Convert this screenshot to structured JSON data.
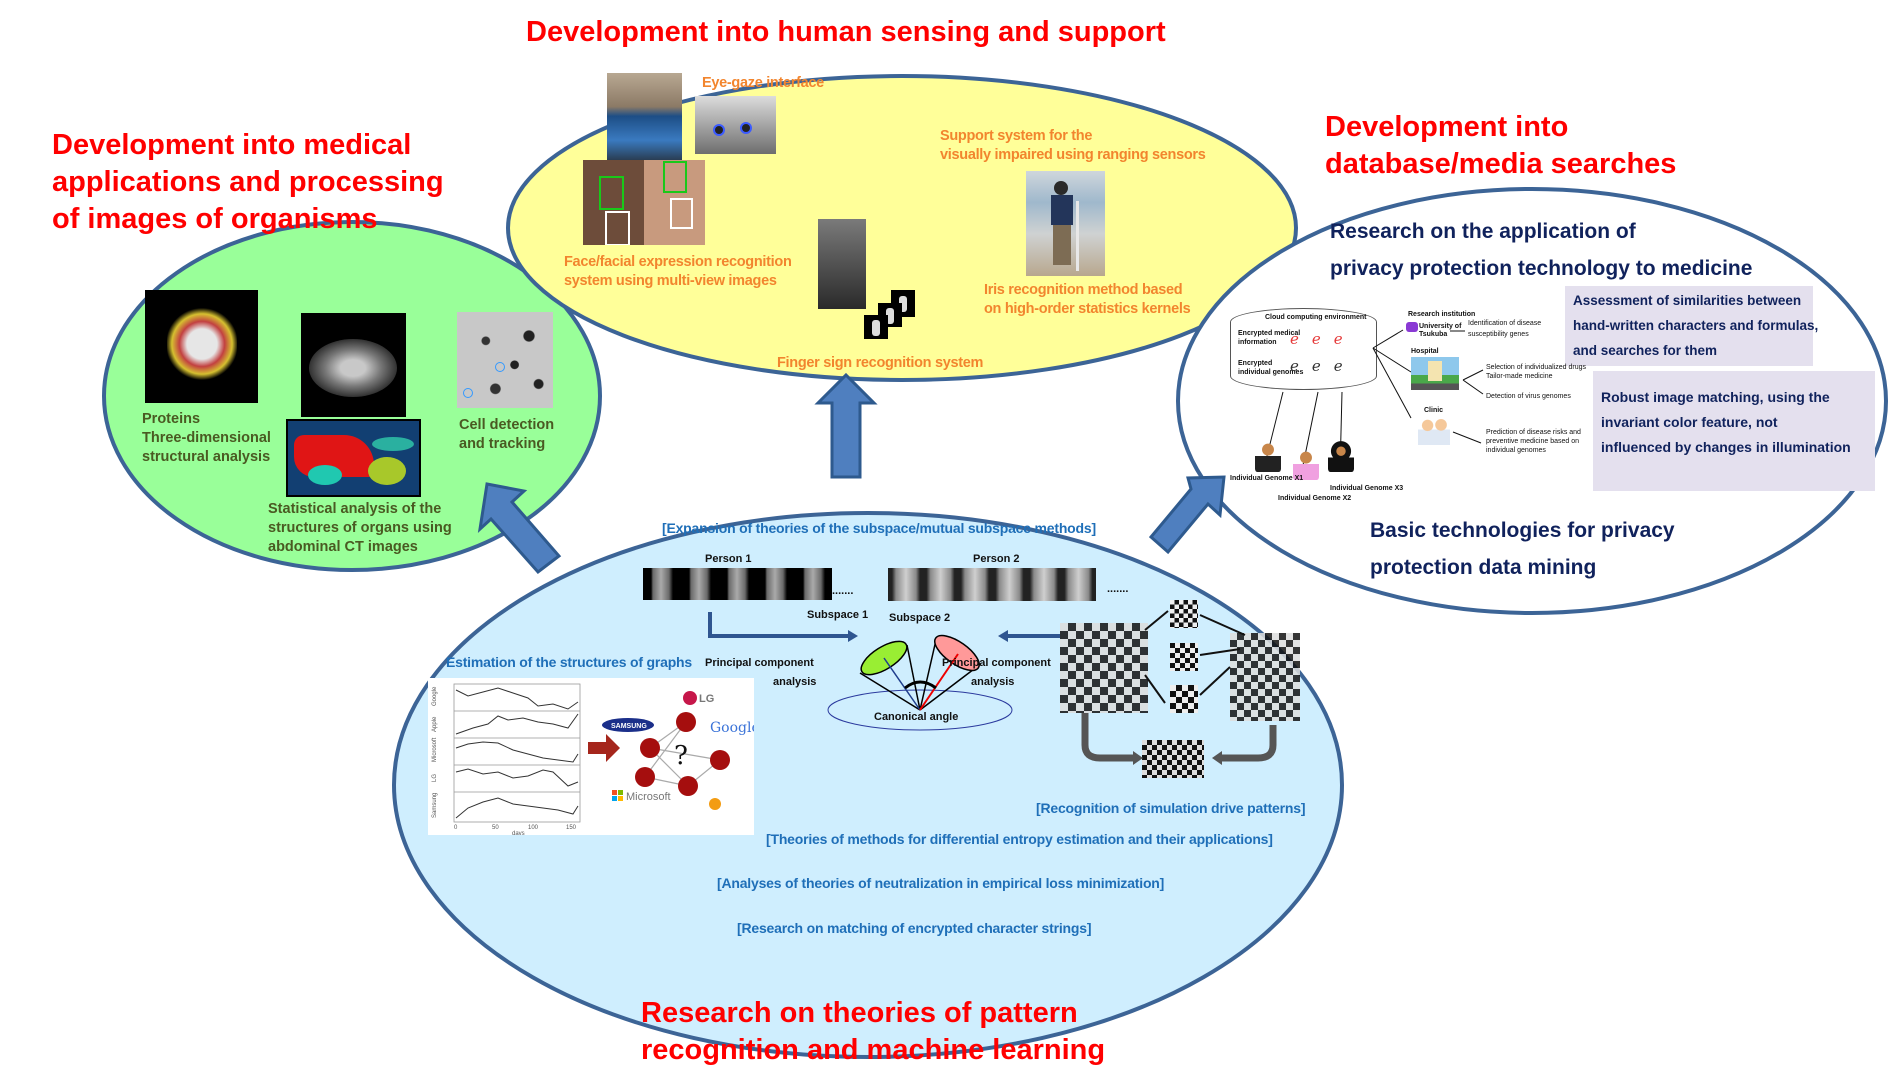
{
  "sections": {
    "human_sensing": {
      "title": "Development into human sensing and support",
      "items": [
        {
          "label": "Eye-gaze interface"
        },
        {
          "label_lines": [
            "Support system for the",
            "visually impaired using ranging sensors"
          ]
        },
        {
          "label_lines": [
            "Face/facial expression recognition",
            "system using multi-view images"
          ]
        },
        {
          "label_lines": [
            "Iris recognition method based",
            "on high-order statistics kernels"
          ]
        },
        {
          "label": "Finger sign recognition system"
        }
      ]
    },
    "medical": {
      "title_lines": [
        "Development into medical",
        "applications and processing",
        "of images of organisms"
      ],
      "items": [
        {
          "label_lines": [
            "Proteins",
            "Three-dimensional",
            "structural analysis"
          ]
        },
        {
          "label_lines": [
            "Cell detection",
            "and tracking"
          ]
        },
        {
          "label_lines": [
            "Statistical analysis of the",
            "structures of organs using",
            "abdominal CT images"
          ]
        }
      ]
    },
    "database": {
      "title_lines": [
        "Development into",
        "database/media searches"
      ],
      "research_lines": [
        "Research on the application of",
        "privacy protection technology to medicine"
      ],
      "box1_lines": [
        "Assessment of similarities between",
        "hand-written characters and formulas,",
        "and searches for them"
      ],
      "box2_lines": [
        "Robust image matching, using the",
        "invariant color feature, not",
        "influenced by changes in illumination"
      ],
      "basic_lines": [
        "Basic technologies for privacy",
        "protection data mining"
      ],
      "cloud_diagram": {
        "cloud_label": "Cloud computing environment",
        "row1_label_lines": [
          "Encrypted medical",
          "information"
        ],
        "row2_label_lines": [
          "Encrypted",
          "individual genomes"
        ],
        "enc_symbol": "e",
        "research_institution": "Research institution",
        "university_lines": [
          "University of",
          "Tsukuba"
        ],
        "identification_lines": [
          "Identification of disease",
          "susceptibility genes"
        ],
        "hospital": "Hospital",
        "drugs_lines": [
          "Selection of individualized drugs",
          "Tailor-made medicine"
        ],
        "virus": "Detection of virus genomes",
        "clinic": "Clinic",
        "prediction_lines": [
          "Prediction of disease risks and",
          "preventive medicine based on",
          "individual genomes"
        ],
        "genomes": [
          "Individual Genome X1",
          "Individual Genome X2",
          "Individual Genome X3"
        ]
      }
    },
    "theory": {
      "title_lines": [
        "Research on theories of pattern",
        "recognition and machine learning"
      ],
      "subspace_title": "[Expansion of theories of the subspace/mutual subspace methods]",
      "person1": "Person 1",
      "person2": "Person 2",
      "dots": ".......",
      "subspace1": "Subspace 1",
      "subspace2": "Subspace 2",
      "pca_lines": [
        "Principal component",
        "analysis"
      ],
      "canonical_angle": "Canonical angle",
      "graph_title": "Estimation of the structures of graphs",
      "graph_companies": [
        "LG",
        "SAMSUNG",
        "Google",
        "Microsoft"
      ],
      "graph_question": "?",
      "stock_series": [
        "Google",
        "Apple",
        "Microsoft",
        "LG",
        "Samsung"
      ],
      "stock_x_ticks": [
        "0",
        "50",
        "100",
        "150"
      ],
      "stock_x_label": "days",
      "drive_patterns": "[Recognition of simulation drive patterns]",
      "entropy": "[Theories of methods for differential entropy estimation and their applications]",
      "neutralization": "[Analyses of theories of neutralization in empirical loss minimization]",
      "encrypted_strings": "[Research on matching of encrypted character strings]"
    }
  },
  "colors": {
    "title_red": "#ff0000",
    "outline_blue": "#3c6496",
    "arrow_blue": "#4f7fbf",
    "yellow_fill": "#ffff99",
    "green_fill": "#99ff99",
    "light_blue_fill": "#cfeefe",
    "navy_text": "#10225c",
    "orange_text": "#f2852e",
    "blue_text": "#1f6fb8",
    "box_fill": "#e4e0ee"
  }
}
